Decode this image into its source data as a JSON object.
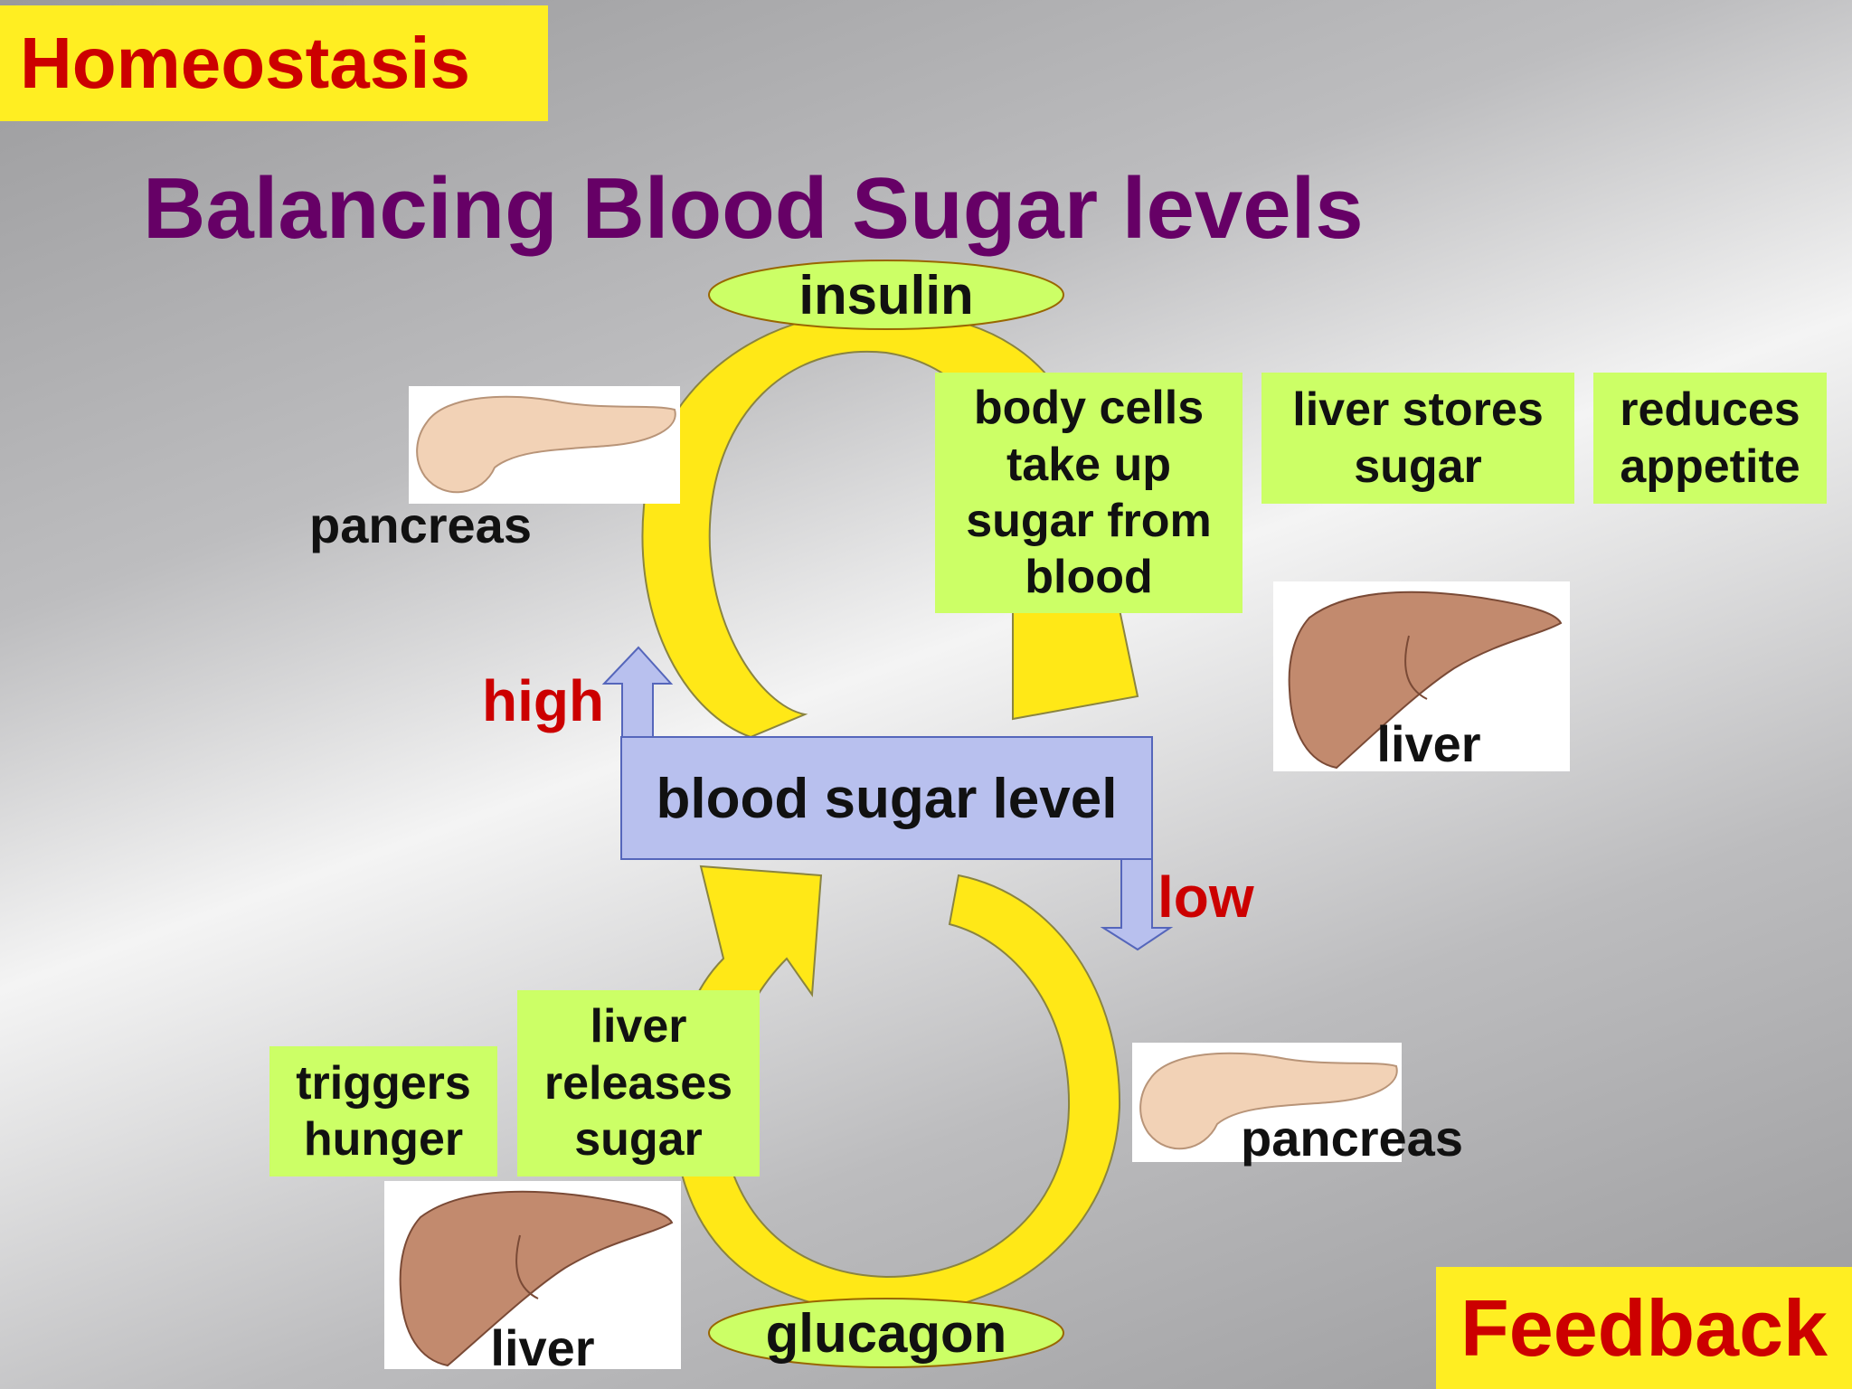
{
  "badge": {
    "text": "Homeostasis"
  },
  "title": {
    "text": "Balancing Blood Sugar levels"
  },
  "hormones": {
    "insulin": "insulin",
    "glucagon": "glucagon"
  },
  "center": {
    "label": "blood sugar level"
  },
  "directions": {
    "high": "high",
    "low": "low"
  },
  "organs": {
    "pancreas_top": "pancreas",
    "pancreas_bottom": "pancreas",
    "liver_top": "liver",
    "liver_bottom": "liver"
  },
  "effects_high": {
    "body_cells": "body cells take up sugar from blood",
    "liver_stores": "liver stores sugar",
    "reduces_appetite": "reduces appetite"
  },
  "effects_low": {
    "liver_releases": "liver releases sugar",
    "triggers_hunger": "triggers hunger"
  },
  "feedback": {
    "text": "Feedback"
  },
  "colors": {
    "badge_bg": "#ffee22",
    "badge_text": "#cc0000",
    "title_text": "#660066",
    "loop_yellow": "#ffe817",
    "box_green": "#ccff66",
    "center_box": "#b8c0ee",
    "direction_text": "#cc0000",
    "organ_liver": "#c28a6e",
    "organ_pancreas": "#f2d2b6"
  }
}
